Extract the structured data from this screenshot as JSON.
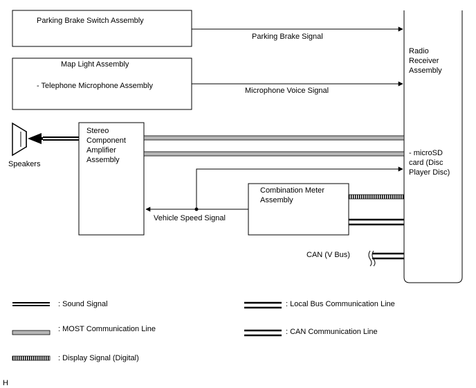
{
  "components": {
    "parking_brake_switch": "Parking Brake Switch Assembly",
    "map_light": "Map Light Assembly",
    "telephone_microphone": "- Telephone Microphone Assembly",
    "stereo_amplifier": [
      "Stereo",
      "Component",
      "Amplifier",
      "Assembly"
    ],
    "combination_meter": [
      "Combination Meter",
      "Assembly"
    ],
    "radio_receiver": [
      "Radio",
      "Receiver",
      "Assembly"
    ],
    "microsd_card": [
      "- microSD",
      "card (Disc",
      "Player Disc)"
    ],
    "speakers": "Speakers"
  },
  "signals": {
    "parking_brake": "Parking Brake Signal",
    "microphone_voice": "Microphone Voice Signal",
    "vehicle_speed": "Vehicle Speed Signal",
    "can_bus": "CAN (V Bus)"
  },
  "legend": {
    "sound_signal": ": Sound Signal",
    "most_line": ": MOST Communication Line",
    "display_signal": ": Display Signal (Digital)",
    "local_bus": ": Local Bus Communication Line",
    "can_line": ": CAN Communication Line"
  },
  "corner_code": "H",
  "colors": {
    "line": "#000000",
    "most": "#b5b5b5"
  }
}
